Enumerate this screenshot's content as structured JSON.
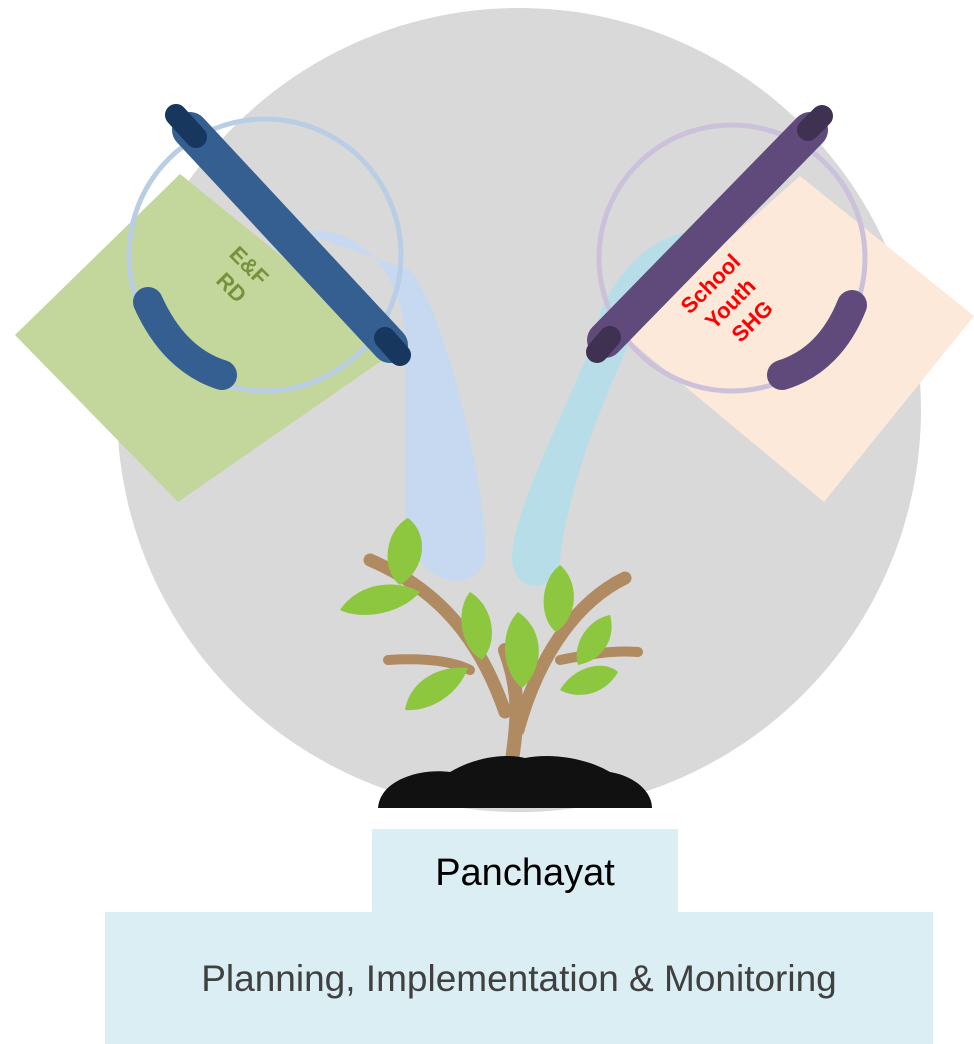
{
  "left_bucket": {
    "lines": [
      "E&F",
      "RD"
    ],
    "text_color": "#76923c",
    "fill_color": "#c3d69b",
    "band_color": "#355f91"
  },
  "right_bucket": {
    "lines": [
      "School",
      "Youth",
      "SHG"
    ],
    "text_color": "#ff0000",
    "fill_color": "#fde9d9",
    "band_color": "#604a7b"
  },
  "panchayat_label": "Panchayat",
  "role_label": "Planning, Implementation & Monitoring",
  "colors": {
    "circle": "#d9d9d9",
    "label_box": "#daeef3",
    "water_left": "#c6d9f1",
    "water_right": "#b7dee8",
    "leaf": "#8dc63f",
    "branch": "#b08a60",
    "soil": "#111111"
  }
}
